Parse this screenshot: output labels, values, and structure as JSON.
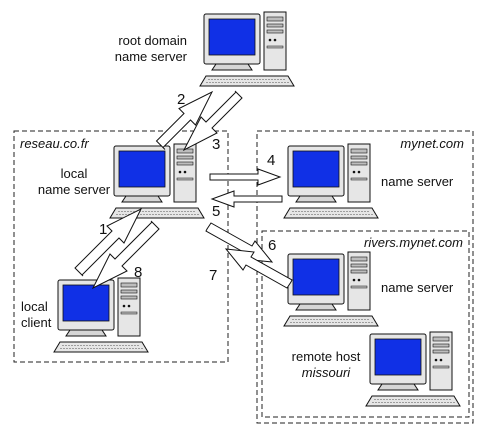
{
  "nodes": {
    "root": {
      "line1": "root domain",
      "line2": "name server"
    },
    "local_server": {
      "line1": "local",
      "line2": "name server"
    },
    "local_client": {
      "line1": "local",
      "line2": "client"
    },
    "mynet_server": {
      "line1": "name server"
    },
    "rivers_server": {
      "line1": "name server"
    },
    "remote_host": {
      "line1": "remote host",
      "line2": "missouri"
    }
  },
  "zones": {
    "reseau": "reseau.co.fr",
    "mynet": "mynet.com",
    "rivers": "rivers.mynet.com"
  },
  "steps": [
    "1",
    "2",
    "3",
    "4",
    "5",
    "6",
    "7",
    "8"
  ],
  "colors": {
    "screen": "#1030e6",
    "case": "#e6e6e6",
    "outline": "#111111"
  },
  "icons": {
    "computer": "workstation-icon"
  }
}
